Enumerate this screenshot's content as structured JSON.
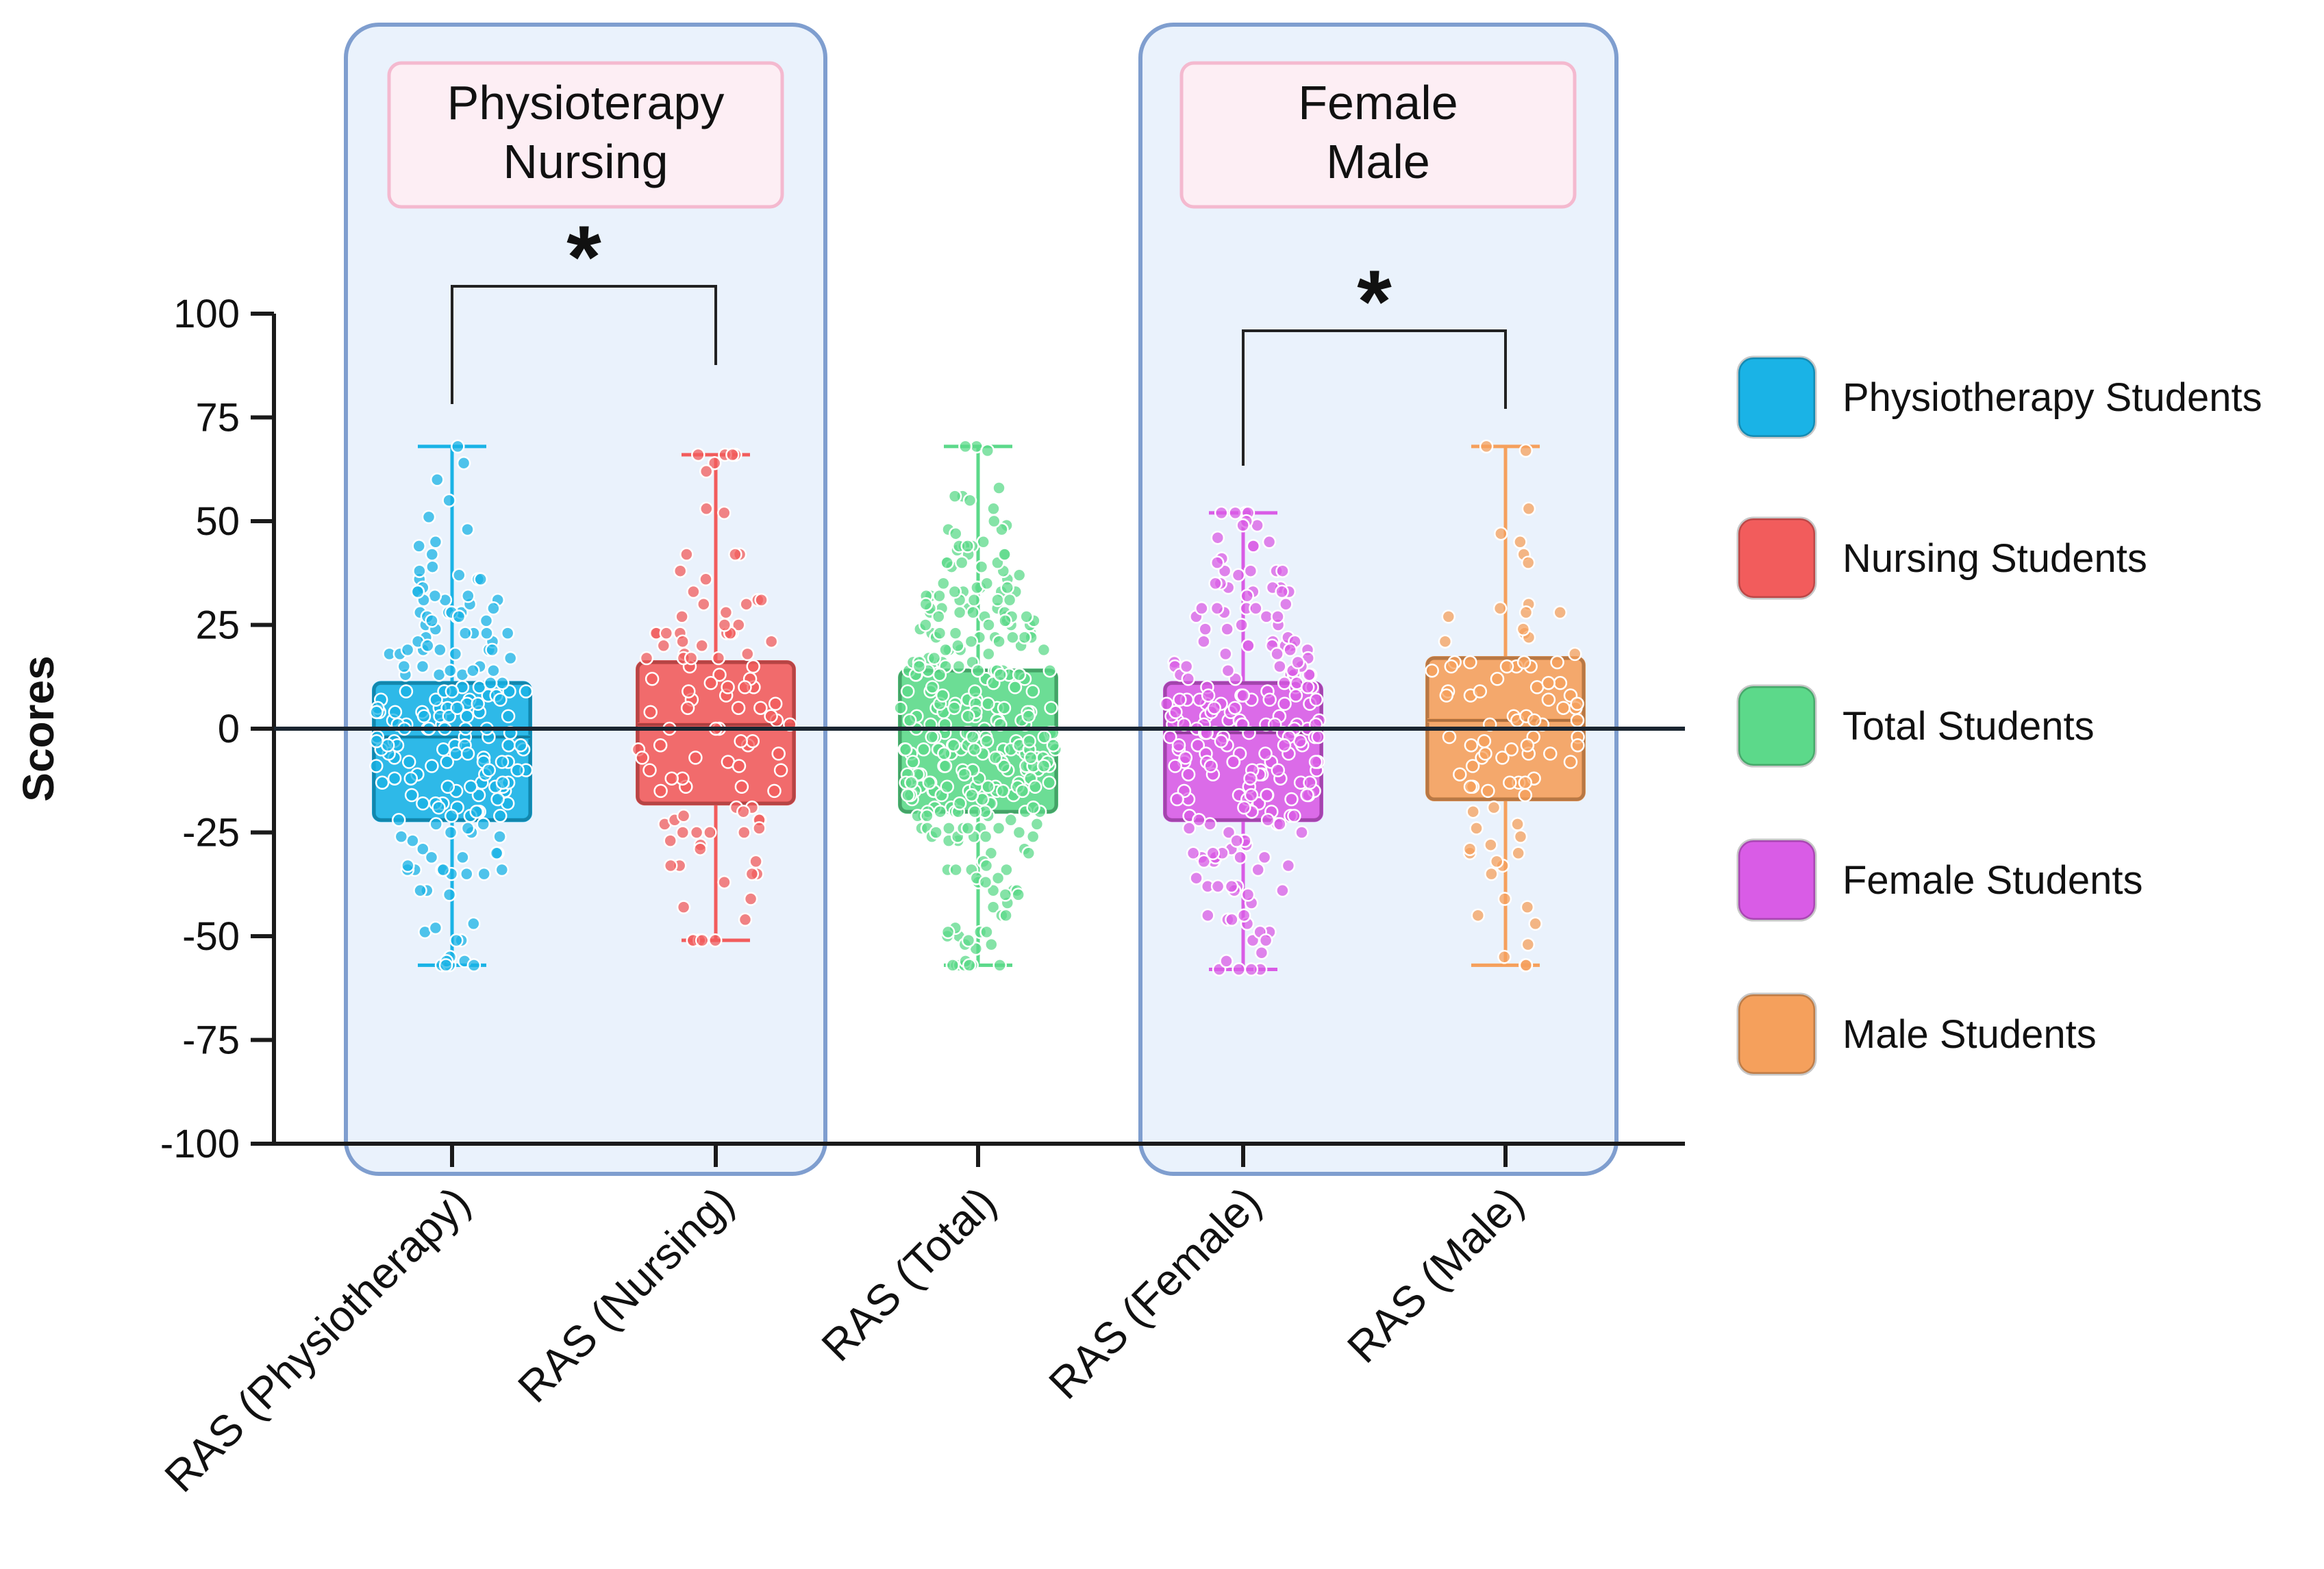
{
  "chart_data": {
    "type": "box",
    "ylabel": "Scores",
    "ylim": [
      -100,
      100
    ],
    "yticks": [
      100,
      75,
      50,
      25,
      0,
      -25,
      -50,
      -75,
      -100
    ],
    "yticks_labels": [
      "100",
      "75",
      "50",
      "25",
      "0",
      "-25",
      "-50",
      "-75",
      "-100"
    ],
    "reference_line": 0,
    "categories": [
      "RAS (Physiotherapy)",
      "RAS (Nursing)",
      "RAS (Total)",
      "RAS (Female)",
      "RAS (Male)"
    ],
    "series": [
      {
        "name": "Physiotherapy Students",
        "color": "#1ab3e6",
        "min": -57,
        "q1": -22,
        "median": -2,
        "q3": 11,
        "max": 68,
        "n_points": 200
      },
      {
        "name": "Nursing Students",
        "color": "#f25c5c",
        "min": -51,
        "q1": -18,
        "median": 1,
        "q3": 16,
        "max": 66,
        "n_points": 110
      },
      {
        "name": "Total Students",
        "color": "#5cd98a",
        "min": -57,
        "q1": -20,
        "median": 0,
        "q3": 14,
        "max": 68,
        "n_points": 320
      },
      {
        "name": "Female Students",
        "color": "#d95ce6",
        "min": -58,
        "q1": -22,
        "median": -1,
        "q3": 11,
        "max": 52,
        "n_points": 230
      },
      {
        "name": "Male Students",
        "color": "#f5a05c",
        "min": -57,
        "q1": -17,
        "median": 2,
        "q3": 17,
        "max": 68,
        "n_points": 90
      }
    ],
    "legend_position": "right",
    "comparison_groups": [
      {
        "labels": [
          "Physioterapy",
          "Nursing"
        ],
        "from": 0,
        "to": 1,
        "marker": "*"
      },
      {
        "labels": [
          "Female",
          "Male"
        ],
        "from": 3,
        "to": 4,
        "marker": "*"
      }
    ]
  },
  "colors": {
    "panel_fill": "#eaf2fc",
    "panel_border": "#7f9ecf",
    "label_box_fill": "#fdeef4",
    "label_box_border": "#f4b9cf",
    "axis": "#1a1a1a"
  }
}
